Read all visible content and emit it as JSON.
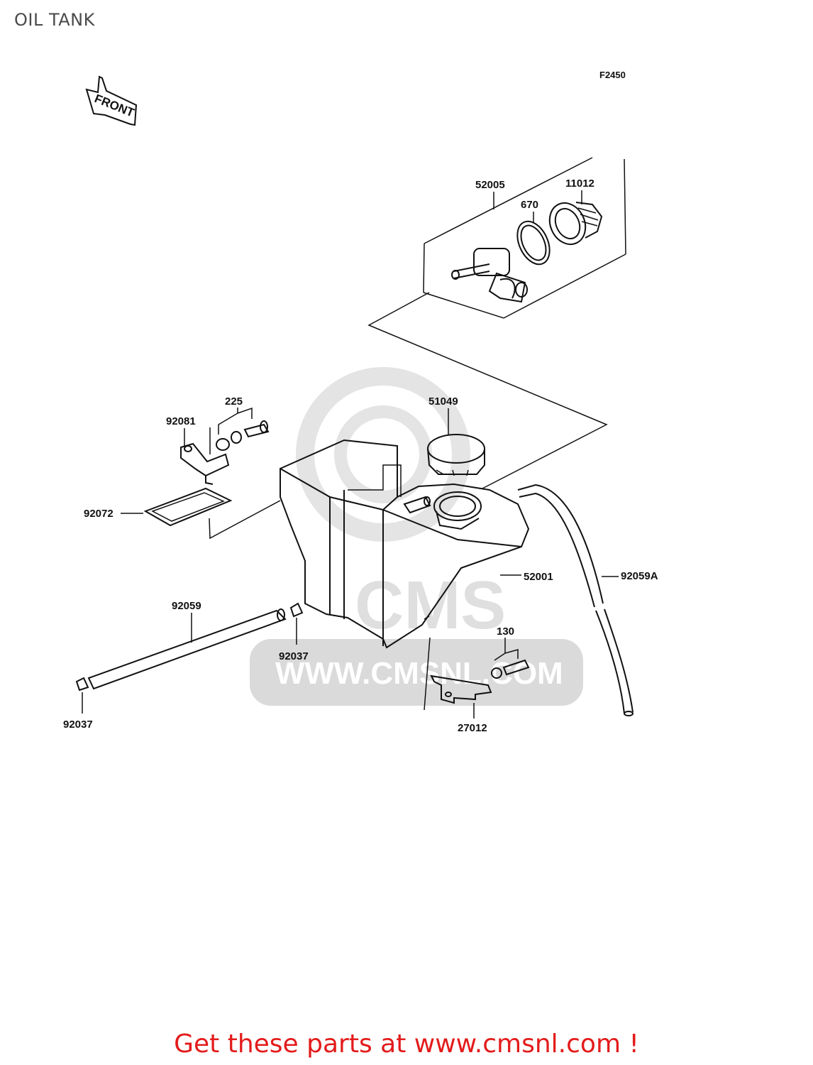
{
  "title": "OIL TANK",
  "figure_code": "F2450",
  "front_marker": "FRONT",
  "watermark": {
    "logo": "CMS",
    "url": "WWW.CMSNL.COM"
  },
  "parts": [
    {
      "number": "52005"
    },
    {
      "number": "670"
    },
    {
      "number": "11012"
    },
    {
      "number": "51049"
    },
    {
      "number": "225"
    },
    {
      "number": "92081"
    },
    {
      "number": "92072"
    },
    {
      "number": "52001"
    },
    {
      "number": "92059A"
    },
    {
      "number": "92059"
    },
    {
      "number": "130"
    },
    {
      "number": "92037"
    },
    {
      "number": "92037"
    },
    {
      "number": "27012"
    }
  ],
  "footer": "Get these parts at www.cmsnl.com !"
}
